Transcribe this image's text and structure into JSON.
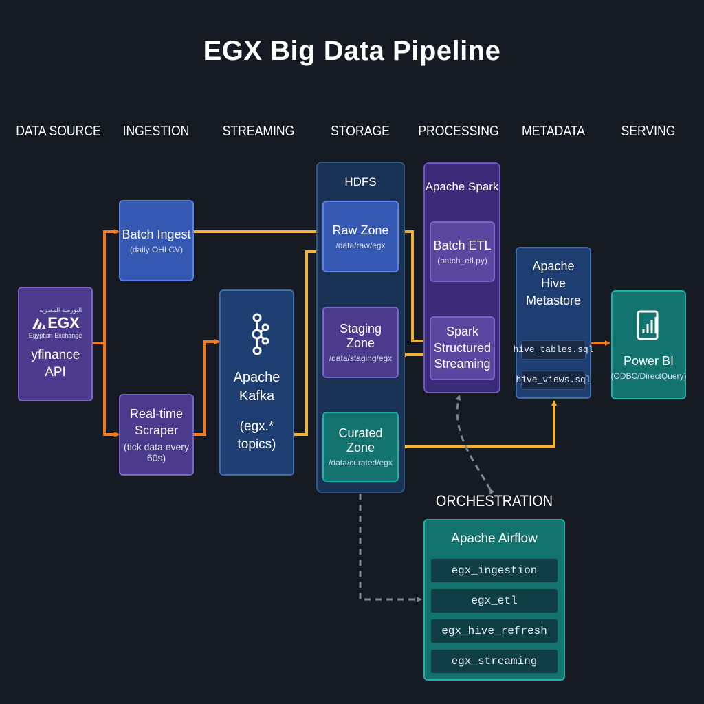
{
  "title": "EGX Big Data Pipeline",
  "stages": [
    "DATA SOURCE",
    "INGESTION",
    "STREAMING",
    "STORAGE",
    "PROCESSING",
    "METADATA",
    "SERVING"
  ],
  "source": {
    "logo_text": "EGX",
    "logo_arabic": "البورصة المصرية",
    "logo_caption": "Egyptian Exchange",
    "label": "yfinance API"
  },
  "batch_ingest": {
    "label": "Batch Ingest",
    "sub": "(daily OHLCV)"
  },
  "realtime_scraper": {
    "label": "Real-time Scraper",
    "sub": "(tick data every 60s)"
  },
  "kafka": {
    "label": "Apache Kafka",
    "topics": "(egx.* topics)"
  },
  "hdfs": {
    "label": "HDFS",
    "raw": {
      "label": "Raw Zone",
      "path": "/data/raw/egx"
    },
    "staging": {
      "label": "Staging Zone",
      "path": "/data/staging/egx"
    },
    "curated": {
      "label": "Curated Zone",
      "path": "/data/curated/egx"
    }
  },
  "spark": {
    "label": "Apache Spark",
    "batch_etl": {
      "label": "Batch ETL",
      "sub": "(batch_etl.py)"
    },
    "streaming": {
      "label": "Spark Structured Streaming"
    }
  },
  "hive": {
    "label": "Apache Hive Metastore",
    "files": [
      "hive_tables.sql",
      "hive_views.sql"
    ]
  },
  "powerbi": {
    "label": "Power BI",
    "sub": "(ODBC/DirectQuery)"
  },
  "orchestration": {
    "heading": "ORCHESTRATION",
    "label": "Apache Airflow",
    "dags": [
      "egx_ingestion",
      "egx_etl",
      "egx_hive_refresh",
      "egx_streaming"
    ]
  },
  "colors": {
    "background": "#161a22",
    "arrow_orange": "#f27a1f",
    "arrow_yellow": "#f2b233",
    "arrow_dashed": "#7d8896",
    "purple": "#4a3b8c",
    "blue": "#3559b3",
    "navy": "#1f3f72",
    "teal": "#12736f"
  }
}
